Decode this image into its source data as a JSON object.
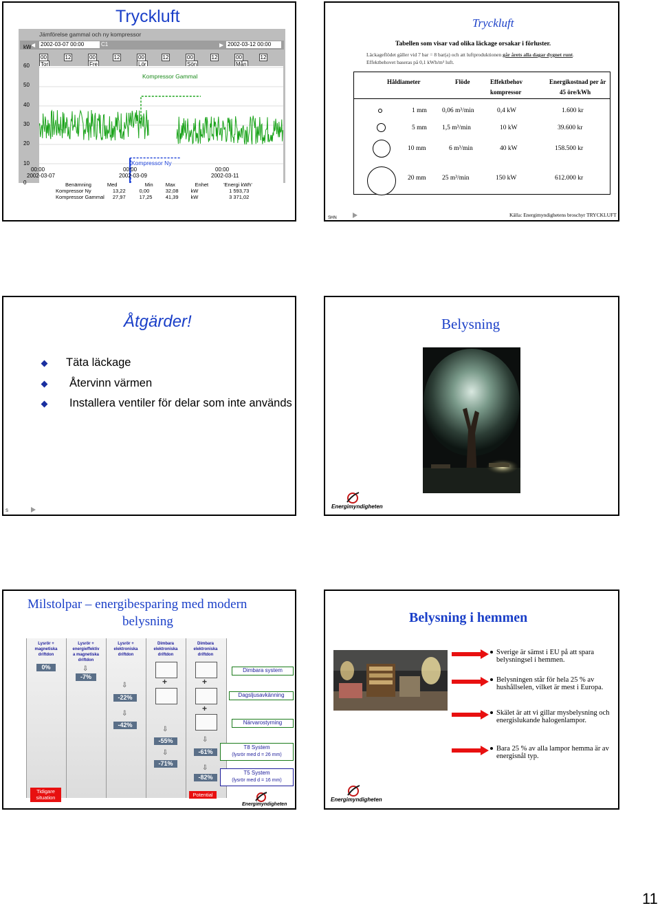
{
  "slide1": {
    "title": "Tryckluft",
    "chart": {
      "title": "Jämförelse gammal och ny kompressor",
      "start_time": "2002-03-07 00:00",
      "end_time": "2002-03-12 00:00",
      "c1_label": "C1",
      "unit": "kW",
      "y_ticks": [
        "60",
        "50",
        "40",
        "30",
        "20",
        "10",
        "0"
      ],
      "day_hours": [
        "00",
        "12",
        "00",
        "12",
        "00",
        "12",
        "00",
        "12",
        "00",
        "12"
      ],
      "day_names": [
        "Tor",
        "Fre",
        "Lör",
        "Sön",
        "Mån"
      ],
      "x_ticks": [
        {
          "time": "00:00",
          "date": "2002-03-07"
        },
        {
          "time": "00:00",
          "date": "2002-03-09"
        },
        {
          "time": "00:00",
          "date": "2002-03-11"
        }
      ],
      "label_old": "Kompressor Gammal",
      "label_new": "Kompressor Ny",
      "colors": {
        "old": "#1aa31a",
        "new": "#1a3fd6"
      }
    },
    "table": {
      "headers": [
        "Benämning",
        "Med",
        "Min",
        "Max",
        "Enhet",
        "'Energi kWh'"
      ],
      "rows": [
        [
          "Kompressor Ny",
          "13,22",
          "0,00",
          "32,08",
          "kW",
          "1 593,73"
        ],
        [
          "Kompressor Gammal",
          "27,97",
          "17,25",
          "41,39",
          "kW",
          "3 371,02"
        ]
      ]
    }
  },
  "slide2": {
    "title": "Tryckluft",
    "subtitle": "Tabellen som visar vad olika läckage orsakar i förluster.",
    "intro_line1_a": "Läckageflödet gäller vid 7 bar = 8 bar(a) och att luftproduktionen ",
    "intro_line1_b": "går årets alla dagar dygnet runt",
    "intro_line1_c": ".",
    "intro_line2": "Effektbehovet baseras på 0,1 kWh/m³ luft.",
    "headers": {
      "hole": "Håldiameter",
      "flow": "Flöde",
      "power1": "Effektbehov",
      "power2": "kompressor",
      "cost1": "Energikostnad per år",
      "cost2": "45 öre/kWh"
    },
    "rows": [
      {
        "hole": "1 mm",
        "flow": "0,06 m³/min",
        "power": "0,4 kW",
        "cost": "1.600 kr"
      },
      {
        "hole": "5 mm",
        "flow": "1,5 m³/min",
        "power": "10 kW",
        "cost": "39.600 kr"
      },
      {
        "hole": "10 mm",
        "flow": "6 m³/min",
        "power": "40 kW",
        "cost": "158.500 kr"
      },
      {
        "hole": "20 mm",
        "flow": "25 m³/min",
        "power": "150 kW",
        "cost": "612.000 kr"
      }
    ],
    "footer_left": "SHN",
    "source": "Källa: Energimyndighetens broschyr TRYCKLUFT"
  },
  "slide3": {
    "title": "Åtgärder!",
    "bullets": [
      "Täta läckage",
      "Återvinn värmen",
      "Installera ventiler för delar som inte används"
    ],
    "footer_left": "S"
  },
  "slide4": {
    "title": "Belysning",
    "logo_text": "Energimyndigheten"
  },
  "slide5": {
    "title_line1": "Milstolpar – energibesparing med modern",
    "title_line2": "belysning",
    "columns": [
      {
        "head": [
          "Lysrör +",
          "magnetiska",
          "driftdon"
        ],
        "pct": "0%"
      },
      {
        "head": [
          "Lysrör +",
          "energieffektiv",
          "a magnetiska",
          "driftdon"
        ],
        "pct": "-7%"
      },
      {
        "head": [
          "Lysrör +",
          "elektroniska",
          "driftdon"
        ],
        "pct": [
          "-22%",
          "-42%"
        ]
      },
      {
        "head": [
          "Dimbara",
          "elektroniska",
          "driftdon"
        ],
        "pct": [
          "-55%",
          "-71%"
        ]
      },
      {
        "head": [
          "Dimbara",
          "elektroniska",
          "driftdon"
        ],
        "pct": [
          "-61%",
          "-82%"
        ]
      }
    ],
    "labels": {
      "dimmable": "Dimbara system",
      "daylight": "Dagsljusavkänning",
      "presence": "Närvarostyrning",
      "t8_line1": "T8 System",
      "t8_line2": "(lysrör med d = 26 mm)",
      "t5_line1": "T5 System",
      "t5_line2": "(lysrör med d = 16 mm)",
      "previous": [
        "Tidigare",
        "situation"
      ],
      "potential": "Potential"
    },
    "logo_text": "Energimyndigheten"
  },
  "slide6": {
    "title": "Belysning i hemmen",
    "bullets": [
      "Sverige är sämst i EU på att spara belysningsel i hemmen.",
      "Belysningen står för hela 25 % av hushållselen, vilket är mest i Europa.",
      "Skälet är att vi gillar mysbelysning och energislukande halogenlampor.",
      "Bara 25 % av alla lampor hemma är av energisnål typ."
    ],
    "logo_text": "Energimyndigheten",
    "colors": {
      "arrow": "#e81010"
    }
  },
  "page_number": "11"
}
